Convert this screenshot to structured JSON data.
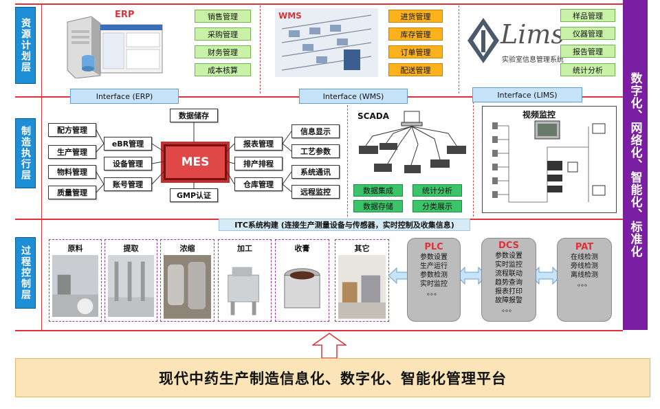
{
  "layers": {
    "plan": "资源计划层",
    "exec": "制造执行层",
    "process": "过程控制层"
  },
  "erp": {
    "title": "ERP",
    "items": [
      "销售管理",
      "采购管理",
      "财务管理",
      "成本核算"
    ],
    "interface": "Interface (ERP)"
  },
  "wms": {
    "title": "WMS",
    "items": [
      "进货管理",
      "库存管理",
      "订单管理",
      "配送管理"
    ],
    "interface": "Interface (WMS)"
  },
  "lims": {
    "logo": "Lims",
    "logo_sub": "实验室信息管理系统",
    "items": [
      "样品管理",
      "仪器管理",
      "报告管理",
      "统计分析"
    ],
    "interface": "Interface (LIMS)"
  },
  "mes": {
    "title": "MES",
    "data_storage": "数据储存",
    "gmp": "GMP认证",
    "left_col": [
      "配方管理",
      "生产管理",
      "物料管理",
      "质量管理"
    ],
    "mid_left": [
      "eBR管理",
      "设备管理",
      "账号管理"
    ],
    "mid_right": [
      "报表管理",
      "排产排程",
      "仓库管理"
    ],
    "right_col": [
      "信息显示",
      "工艺参数",
      "系统通讯",
      "远程监控"
    ]
  },
  "scada": {
    "title": "SCADA",
    "items": [
      "数据集成",
      "统计分析",
      "数据存储",
      "分类展示"
    ]
  },
  "video": {
    "title": "视频监控"
  },
  "itc": {
    "title": "ITC系统构建 (连接生产测量设备与传感器，实时控制及收集信息)"
  },
  "process": {
    "stations": [
      "原料",
      "提取",
      "浓缩",
      "加工",
      "收膏",
      "其它"
    ],
    "plc": {
      "title": "PLC",
      "lines": [
        "参数设置",
        "生产运行",
        "参数检测",
        "实时监控",
        "。。。"
      ]
    },
    "dcs": {
      "title": "DCS",
      "lines": [
        "参数设置",
        "实时监控",
        "流程联动",
        "趋势查询",
        "报表打印",
        "故障报警",
        "。。。"
      ]
    },
    "pat": {
      "title": "PAT",
      "lines": [
        "在线检测",
        "旁线检测",
        "离线检测",
        "。。。"
      ]
    }
  },
  "side_banner": "数字化、网络化、智能化、标准化",
  "platform": "现代中药生产制造信息化、数字化、智能化管理平台"
}
